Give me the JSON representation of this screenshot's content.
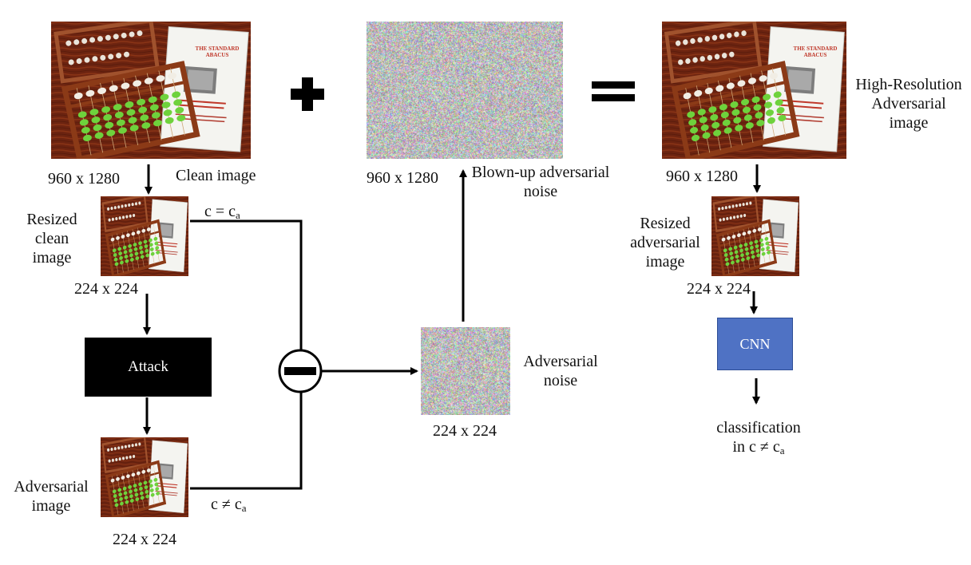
{
  "operators": {
    "plus": "+",
    "equals": "=",
    "minus": "−"
  },
  "clean_image": {
    "size": "960 x 1280",
    "label": "Clean image"
  },
  "blown_up_noise": {
    "size": "960 x 1280",
    "label_line1": "Blown-up adversarial",
    "label_line2": "noise"
  },
  "hr_adversarial": {
    "size": "960 x 1280",
    "label_line1": "High-Resolution",
    "label_line2": "Adversarial",
    "label_line3": "image"
  },
  "resized_clean": {
    "label_line1": "Resized",
    "label_line2": "clean",
    "label_line3": "image",
    "size": "224 x 224"
  },
  "attack_box": {
    "label": "Attack"
  },
  "adversarial_image": {
    "label_line1": "Adversarial",
    "label_line2": "image",
    "size": "224 x 224"
  },
  "condition_top": {
    "text": "c = c",
    "sub": "a"
  },
  "condition_bottom": {
    "text": "c ≠ c",
    "sub": "a"
  },
  "adversarial_noise": {
    "label_line1": "Adversarial",
    "label_line2": "noise",
    "size": "224 x 224"
  },
  "resized_adversarial": {
    "label_line1": "Resized",
    "label_line2": "adversarial",
    "label_line3": "image",
    "size": "224 x 224"
  },
  "cnn_box": {
    "label": "CNN"
  },
  "classification": {
    "line1": "classification",
    "line2_text": "in c ≠ c",
    "line2_sub": "a"
  },
  "photo_text": {
    "title1": "THE STANDARD",
    "title2": "ABACUS"
  },
  "colors": {
    "attack_fill": "#000000",
    "cnn_fill": "#4f72c4",
    "cnn_border": "#2d4d96",
    "wood": "#7a2a12",
    "bead_green": "#6ed23c"
  }
}
